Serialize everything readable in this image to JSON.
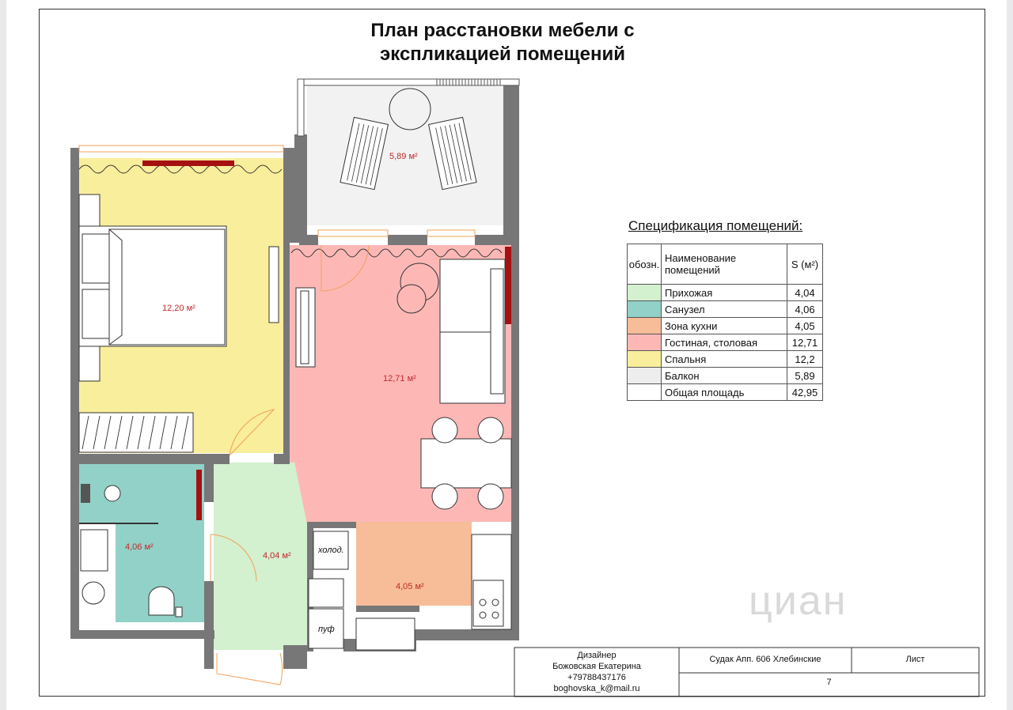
{
  "title_line1": "План расстановки мебели с",
  "title_line2": "экспликацией помещений",
  "spec": {
    "title": "Спецификация помещений:",
    "headers": {
      "code": "обозн.",
      "name": "Наименование помещений",
      "area": "S (м²)"
    },
    "rows": [
      {
        "name": "Прихожая",
        "area": "4,04",
        "color": "#d3f0cf"
      },
      {
        "name": "Санузел",
        "area": "4,06",
        "color": "#92d1c7"
      },
      {
        "name": "Зона кухни",
        "area": "4,05",
        "color": "#f6bd98"
      },
      {
        "name": "Гостиная, столовая",
        "area": "12,71",
        "color": "#fdb8b6"
      },
      {
        "name": "Спальня",
        "area": "12,2",
        "color": "#f9ee9b"
      },
      {
        "name": "Балкон",
        "area": "5,89",
        "color": "#ededed"
      }
    ],
    "total_label": "Общая площадь",
    "total_area": "42,95"
  },
  "plan": {
    "balcony_area": "5,89 м²",
    "bedroom_area": "12,20 м²",
    "living_area": "12,71 м²",
    "bathroom_area": "4,06 м²",
    "hallway_area": "4,04 м²",
    "kitchen_area": "4,05 м²",
    "fridge_label": "холод.",
    "pouf_label": "пуф"
  },
  "titleblock": {
    "designer_label": "Дизайнер",
    "designer_name": "Божовская Екатерина",
    "phone": "+79788437176",
    "email": "boghovska_k@mail.ru",
    "project": "Судак Апп. 606 Хлебинские",
    "sheet_label": "Лист",
    "sheet_number": "7"
  },
  "watermark": "циан"
}
